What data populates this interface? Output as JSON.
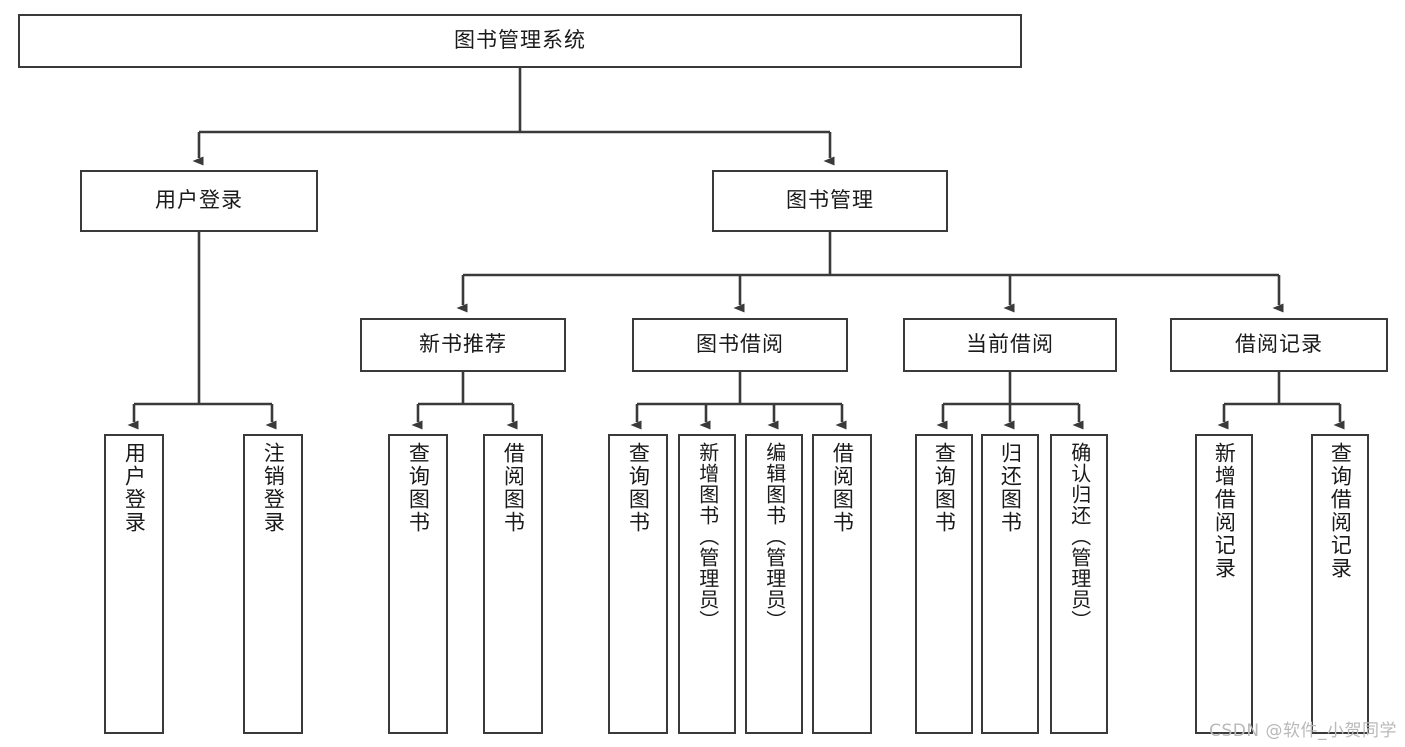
{
  "diagram": {
    "type": "tree-hierarchy-chart",
    "title_node": {
      "id": "root",
      "label": "图书管理系统"
    },
    "level2": [
      {
        "id": "user-login",
        "label": "用户登录"
      },
      {
        "id": "book-manage",
        "label": "图书管理"
      }
    ],
    "level3": [
      {
        "id": "new-book-recommend",
        "label": "新书推荐",
        "parent": "book-manage"
      },
      {
        "id": "book-borrow",
        "label": "图书借阅",
        "parent": "book-manage"
      },
      {
        "id": "current-borrow",
        "label": "当前借阅",
        "parent": "book-manage"
      },
      {
        "id": "borrow-record",
        "label": "借阅记录",
        "parent": "book-manage"
      }
    ],
    "leaves": [
      {
        "id": "leaf-user-login",
        "label": "用户登录",
        "parent": "user-login"
      },
      {
        "id": "leaf-logout-login",
        "label": "注销登录",
        "parent": "user-login"
      },
      {
        "id": "leaf-query-book-1",
        "label": "查询图书",
        "parent": "new-book-recommend"
      },
      {
        "id": "leaf-borrow-book-1",
        "label": "借阅图书",
        "parent": "new-book-recommend"
      },
      {
        "id": "leaf-query-book-2",
        "label": "查询图书",
        "parent": "book-borrow"
      },
      {
        "id": "leaf-add-book",
        "label": "新增图书（管理员）",
        "parent": "book-borrow"
      },
      {
        "id": "leaf-edit-book",
        "label": "编辑图书（管理员）",
        "parent": "book-borrow"
      },
      {
        "id": "leaf-borrow-book-2",
        "label": "借阅图书",
        "parent": "book-borrow"
      },
      {
        "id": "leaf-query-book-3",
        "label": "查询图书",
        "parent": "current-borrow"
      },
      {
        "id": "leaf-return-book",
        "label": "归还图书",
        "parent": "current-borrow"
      },
      {
        "id": "leaf-confirm-return",
        "label": "确认归还（管理员）",
        "parent": "current-borrow"
      },
      {
        "id": "leaf-add-record",
        "label": "新增借阅记录",
        "parent": "borrow-record"
      },
      {
        "id": "leaf-query-record",
        "label": "查询借阅记录",
        "parent": "borrow-record"
      }
    ],
    "colors": {
      "background": "#ffffff",
      "box_fill": "#ffffff",
      "box_border": "#3a3a3a",
      "connector": "#3a3a3a",
      "text": "#1a1a1a",
      "watermark": "#b9b9b9"
    }
  },
  "watermark": {
    "text": "CSDN @软件_小贺同学"
  }
}
